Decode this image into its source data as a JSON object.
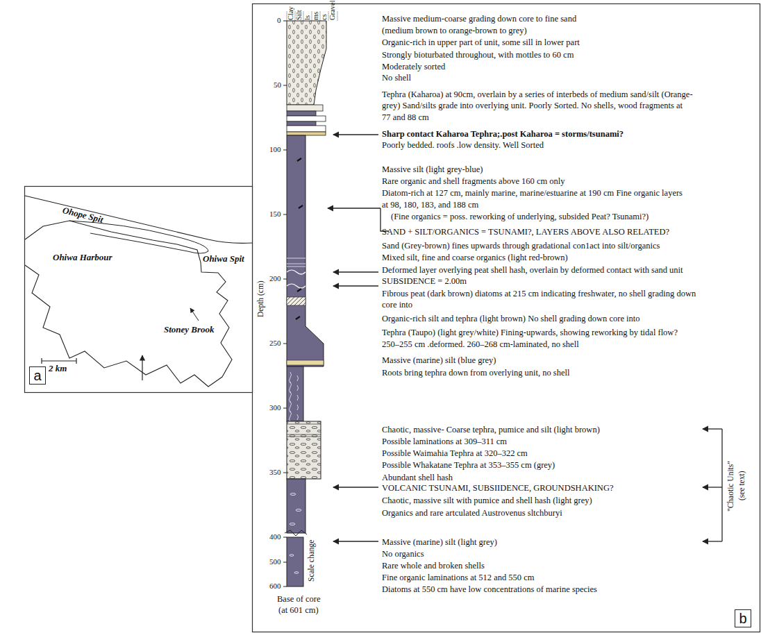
{
  "diagram": {
    "nodes": [
      {
        "text": [
          "a"
        ]
      },
      {
        "text": [
          "b"
        ]
      }
    ],
    "labels": [
      "Ohope Spit",
      "Ohiwa Harbour",
      "Ohiwa Spit",
      "Stoney Brook",
      "2 km",
      "Clay",
      "Silt",
      "ls",
      "ms",
      "cs",
      "Gravel",
      "0",
      "50",
      "100",
      "150",
      "200",
      "250",
      "300",
      "350",
      "400",
      "500",
      "600",
      "Depth (cm)",
      "Scale change",
      "Base of core",
      "(at 601 cm)",
      "Massive medium-coarse grading down core to fine sand",
      "(medium brown to orange-brown to grey)",
      "Organic-rich in upper part of unit, some sill in lower part",
      "Strongly bioturbated throughout, with mottles to 60 cm",
      "Moderately sorted",
      "No shell",
      "Tephra (Kaharoa) at 90cm, overlain by a series of interbeds of medium sand/silt (Orange-",
      "grey) Sand/silts grade into overlying unit. Poorly Sorted. No shells, wood fragments at",
      "77 and 88 cm",
      "Sharp contact Kaharoa Tephra;.post Kaharoa = storms/tsunami?",
      "Poorly bedded. roofs .low density. Well Sorted",
      "Massive silt (light grey-blue)",
      "Rare organic and shell fragments above 160 cm only",
      "Diatom-rich at 127 cm, mainly marine, marine/estuarine at 190 cm Fine organic layers",
      "at 98, 180, 183, and 188 cm",
      "(Fine organics = poss. reworking of underlying, subsided Peat? Tsunami?)",
      "SAND + SILT/ORGANICS = TSUNAMI?, LAYERS ABOVE ALSO RELATED?",
      "Sand (Grey-brown) fines upwards through gradational con1act into silt/organics",
      "Mixed silt, fine and coarse organics (light red-brown)",
      "Deformed layer overlying peat shell hash, overlain by deformed contact with sand unit",
      "SUBSIDENCE = 2.00m",
      "Fibrous peat (dark brown) diatoms at 215 cm indicating freshwater, no shell grading down",
      "core into",
      "Organic-rich silt and tephra (light brown) No shell grading down core into",
      "Tephra (Taupo) (light grey/white) Fining-upwards, showing reworking by tidal flow?",
      "250–255 cm .deformed. 260–268 cm-laminated, no shell",
      "Massive (marine) silt (blue grey)",
      "Roots bring tephra down from overlying unit, no shell",
      "Chaotic, massive- Coarse tephra, pumice and silt (light brown)",
      "Possible laminations at 309–311 cm",
      "Possible Waimahia Tephra at 320–322 cm",
      "Possible Whakatane Tephra at 353–355 cm (grey)",
      "Abundant shell hash",
      "VOLCANIC TSUNAMI, SUBSIIDENCE, GROUNDSHAKING?",
      "Chaotic, massive silt with pumice and shell hash (light grey)",
      "Organics and rare artculated Austrovenus sltchburyi",
      "Massive (marine) silt (light grey)",
      "No organics",
      "Rare whole and broken shells",
      "Fine organic laminations at 512 and 550 cm",
      "Diatoms at 550 cm have low concentrations of marine species",
      "\"Chaotic Units\"",
      "(see text)"
    ]
  }
}
